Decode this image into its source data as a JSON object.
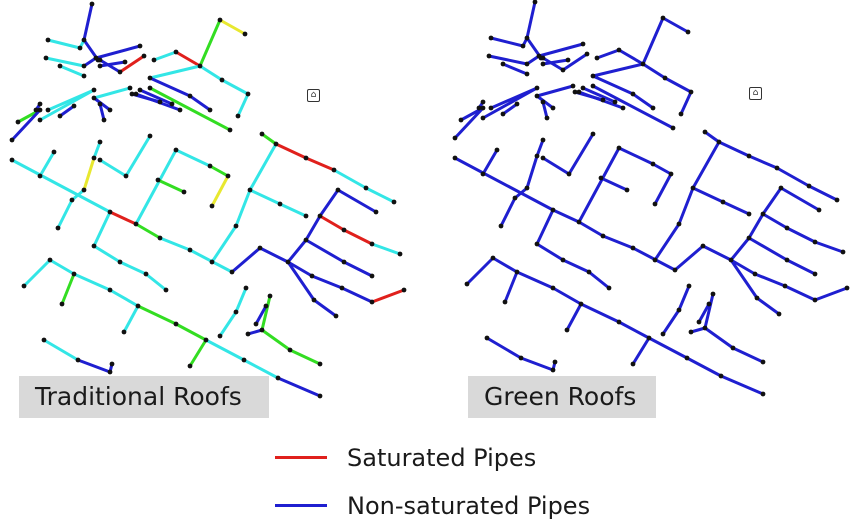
{
  "panels": {
    "left_label": "Traditional Roofs",
    "right_label": "Green Roofs"
  },
  "legend": {
    "saturated": {
      "label": "Saturated Pipes",
      "color": "#e0201c"
    },
    "non_saturated": {
      "label": "Non-saturated Pipes",
      "color": "#1f1fd0"
    }
  },
  "colors": {
    "cyan": "#33e6e6",
    "green": "#33dd22",
    "yellow": "#e8e830",
    "red": "#e0201c",
    "blue": "#1f1fd0",
    "node": "#111111"
  },
  "icons": {
    "map_marker": "building-marker-icon"
  }
}
